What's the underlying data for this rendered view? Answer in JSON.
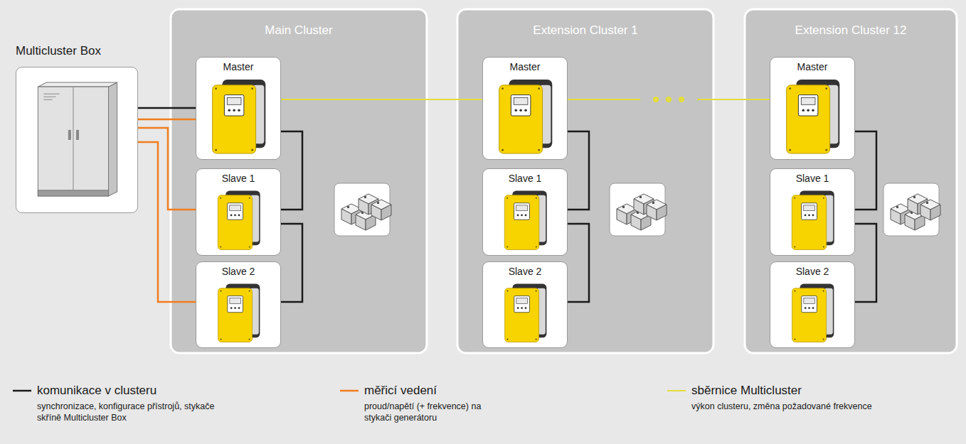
{
  "diagram": {
    "nodes": [
      {
        "text": [
          "Multicluster Box"
        ]
      },
      {
        "text": [
          "Main Cluster"
        ]
      },
      {
        "text": [
          "Master"
        ],
        "in": 1
      },
      {
        "text": [
          "Slave 1"
        ],
        "in": 1
      },
      {
        "text": [
          "Slave 2"
        ],
        "in": 1
      },
      {
        "text": [
          "Extension Cluster 1"
        ]
      },
      {
        "text": [
          "Master"
        ],
        "in": 5
      },
      {
        "text": [
          "Slave 1"
        ],
        "in": 5
      },
      {
        "text": [
          "Slave 2"
        ],
        "in": 5
      },
      {
        "text": [
          "Extension Cluster 12"
        ]
      },
      {
        "text": [
          "Master"
        ],
        "in": 9
      },
      {
        "text": [
          "Slave 1"
        ],
        "in": 9
      },
      {
        "text": [
          "Slave 2"
        ],
        "in": 9
      }
    ],
    "edges": [
      {
        "from": 0,
        "to": 2,
        "arrow": "none"
      },
      {
        "from": 0,
        "to": 2,
        "arrow": "none"
      },
      {
        "from": 0,
        "to": 3,
        "arrow": "none"
      },
      {
        "from": 0,
        "to": 4,
        "arrow": "none"
      },
      {
        "from": 2,
        "to": 3,
        "arrow": "none"
      },
      {
        "from": 3,
        "to": 4,
        "arrow": "none"
      },
      {
        "from": 6,
        "to": 7,
        "arrow": "none"
      },
      {
        "from": 7,
        "to": 8,
        "arrow": "none"
      },
      {
        "from": 10,
        "to": 11,
        "arrow": "none"
      },
      {
        "from": 11,
        "to": 12,
        "arrow": "none"
      },
      {
        "from": 2,
        "to": 6,
        "arrow": "none"
      },
      {
        "from": 6,
        "to": 10,
        "arrow": "none"
      }
    ],
    "labels": [
      "synchronizace, konfigurace přístrojů, stykače skříně Multicluster Box",
      "proud/napětí (+ frekvence) na stykači generátoru",
      "výkon clusteru, změna požadované frekvence"
    ],
    "legend": [
      {
        "text": "komunikace v clusteru"
      },
      {
        "text": "měřicí vedení"
      },
      {
        "text": "sběrnice Multicluster"
      }
    ]
  }
}
